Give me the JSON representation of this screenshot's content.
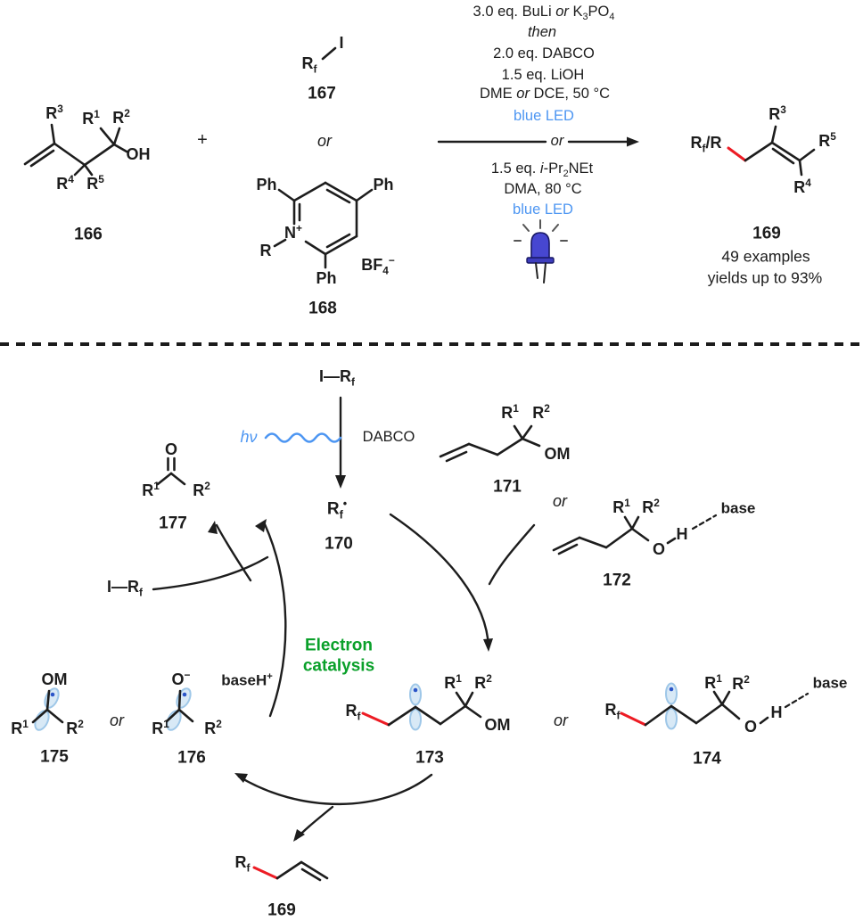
{
  "colors": {
    "accent_blue": "#4d96f2",
    "accent_green": "#0aa02a",
    "accent_red": "#ed1c24",
    "ink": "#1d1d1d"
  },
  "top": {
    "reactant166": {
      "r3": "R^{3}",
      "r1": "R^{1}",
      "r2": "R^{2}",
      "r4": "R^{4}",
      "r5": "R^{5}",
      "oh": "OH",
      "number": "166"
    },
    "plus": "+",
    "reagent167": {
      "rf": "R_{f}",
      "iodine": "I",
      "number": "167"
    },
    "or_167_168": "*{or}",
    "salt168": {
      "ph_top_left": "Ph",
      "ph_top_right": "Ph",
      "ph_bottom": "Ph",
      "n_plus": "N^{+}",
      "r": "R",
      "bf4": "BF_{4}^{−}",
      "number": "168"
    },
    "conditions": {
      "line1": "3.0 eq. BuLi *{or} K_{3}PO_{4}",
      "line2": "*{then}",
      "line3": "2.0 eq. DABCO",
      "line4": "1.5 eq. LiOH",
      "line5": "DME *{or} DCE, 50 °C",
      "line6": "blue LED",
      "or": "*{or}",
      "line7": "1.5 eq. *{i}-Pr_{2}NEt",
      "line8": "DMA, 80 °C",
      "line9": "blue LED"
    },
    "product169": {
      "rf_r": "R_{f}/R",
      "r3": "R^{3}",
      "r5": "R^{5}",
      "r4": "R^{4}",
      "number": "169",
      "examples": "49 examples",
      "yields": "yields up to 93%"
    }
  },
  "mechanism": {
    "irf_top": "I—R_{f}",
    "hv": "hν",
    "dabco": "DABCO",
    "rf_radical": "R_{f}^{•}",
    "n170": "170",
    "s171": {
      "r1": "R^{1}",
      "r2": "R^{2}",
      "om": "OM",
      "number": "171"
    },
    "or_171_172": "*{or}",
    "s172": {
      "r1": "R^{1}",
      "r2": "R^{2}",
      "o": "O",
      "h": "H",
      "base": "base",
      "number": "172"
    },
    "k177": {
      "o": "O",
      "r1": "R^{1}",
      "r2": "R^{2}",
      "number": "177"
    },
    "irf_left": "I—R_{f}",
    "electron_catalysis_line1": "Electron",
    "electron_catalysis_line2": "catalysis",
    "s175": {
      "om": "OM",
      "r1": "R^{1}",
      "r2": "R^{2}",
      "number": "175"
    },
    "or_175_176": "*{or}",
    "s176": {
      "o_minus": "O^{−}",
      "baseh": "baseH^{+}",
      "r1": "R^{1}",
      "r2": "R^{2}",
      "number": "176"
    },
    "s173": {
      "rf": "R_{f}",
      "r1": "R^{1}",
      "r2": "R^{2}",
      "om": "OM",
      "number": "173"
    },
    "or_173_174": "*{or}",
    "s174": {
      "rf": "R_{f}",
      "r1": "R^{1}",
      "r2": "R^{2}",
      "o": "O",
      "h": "H",
      "base": "base",
      "number": "174"
    },
    "p169": {
      "rf": "R_{f}",
      "number": "169"
    }
  }
}
